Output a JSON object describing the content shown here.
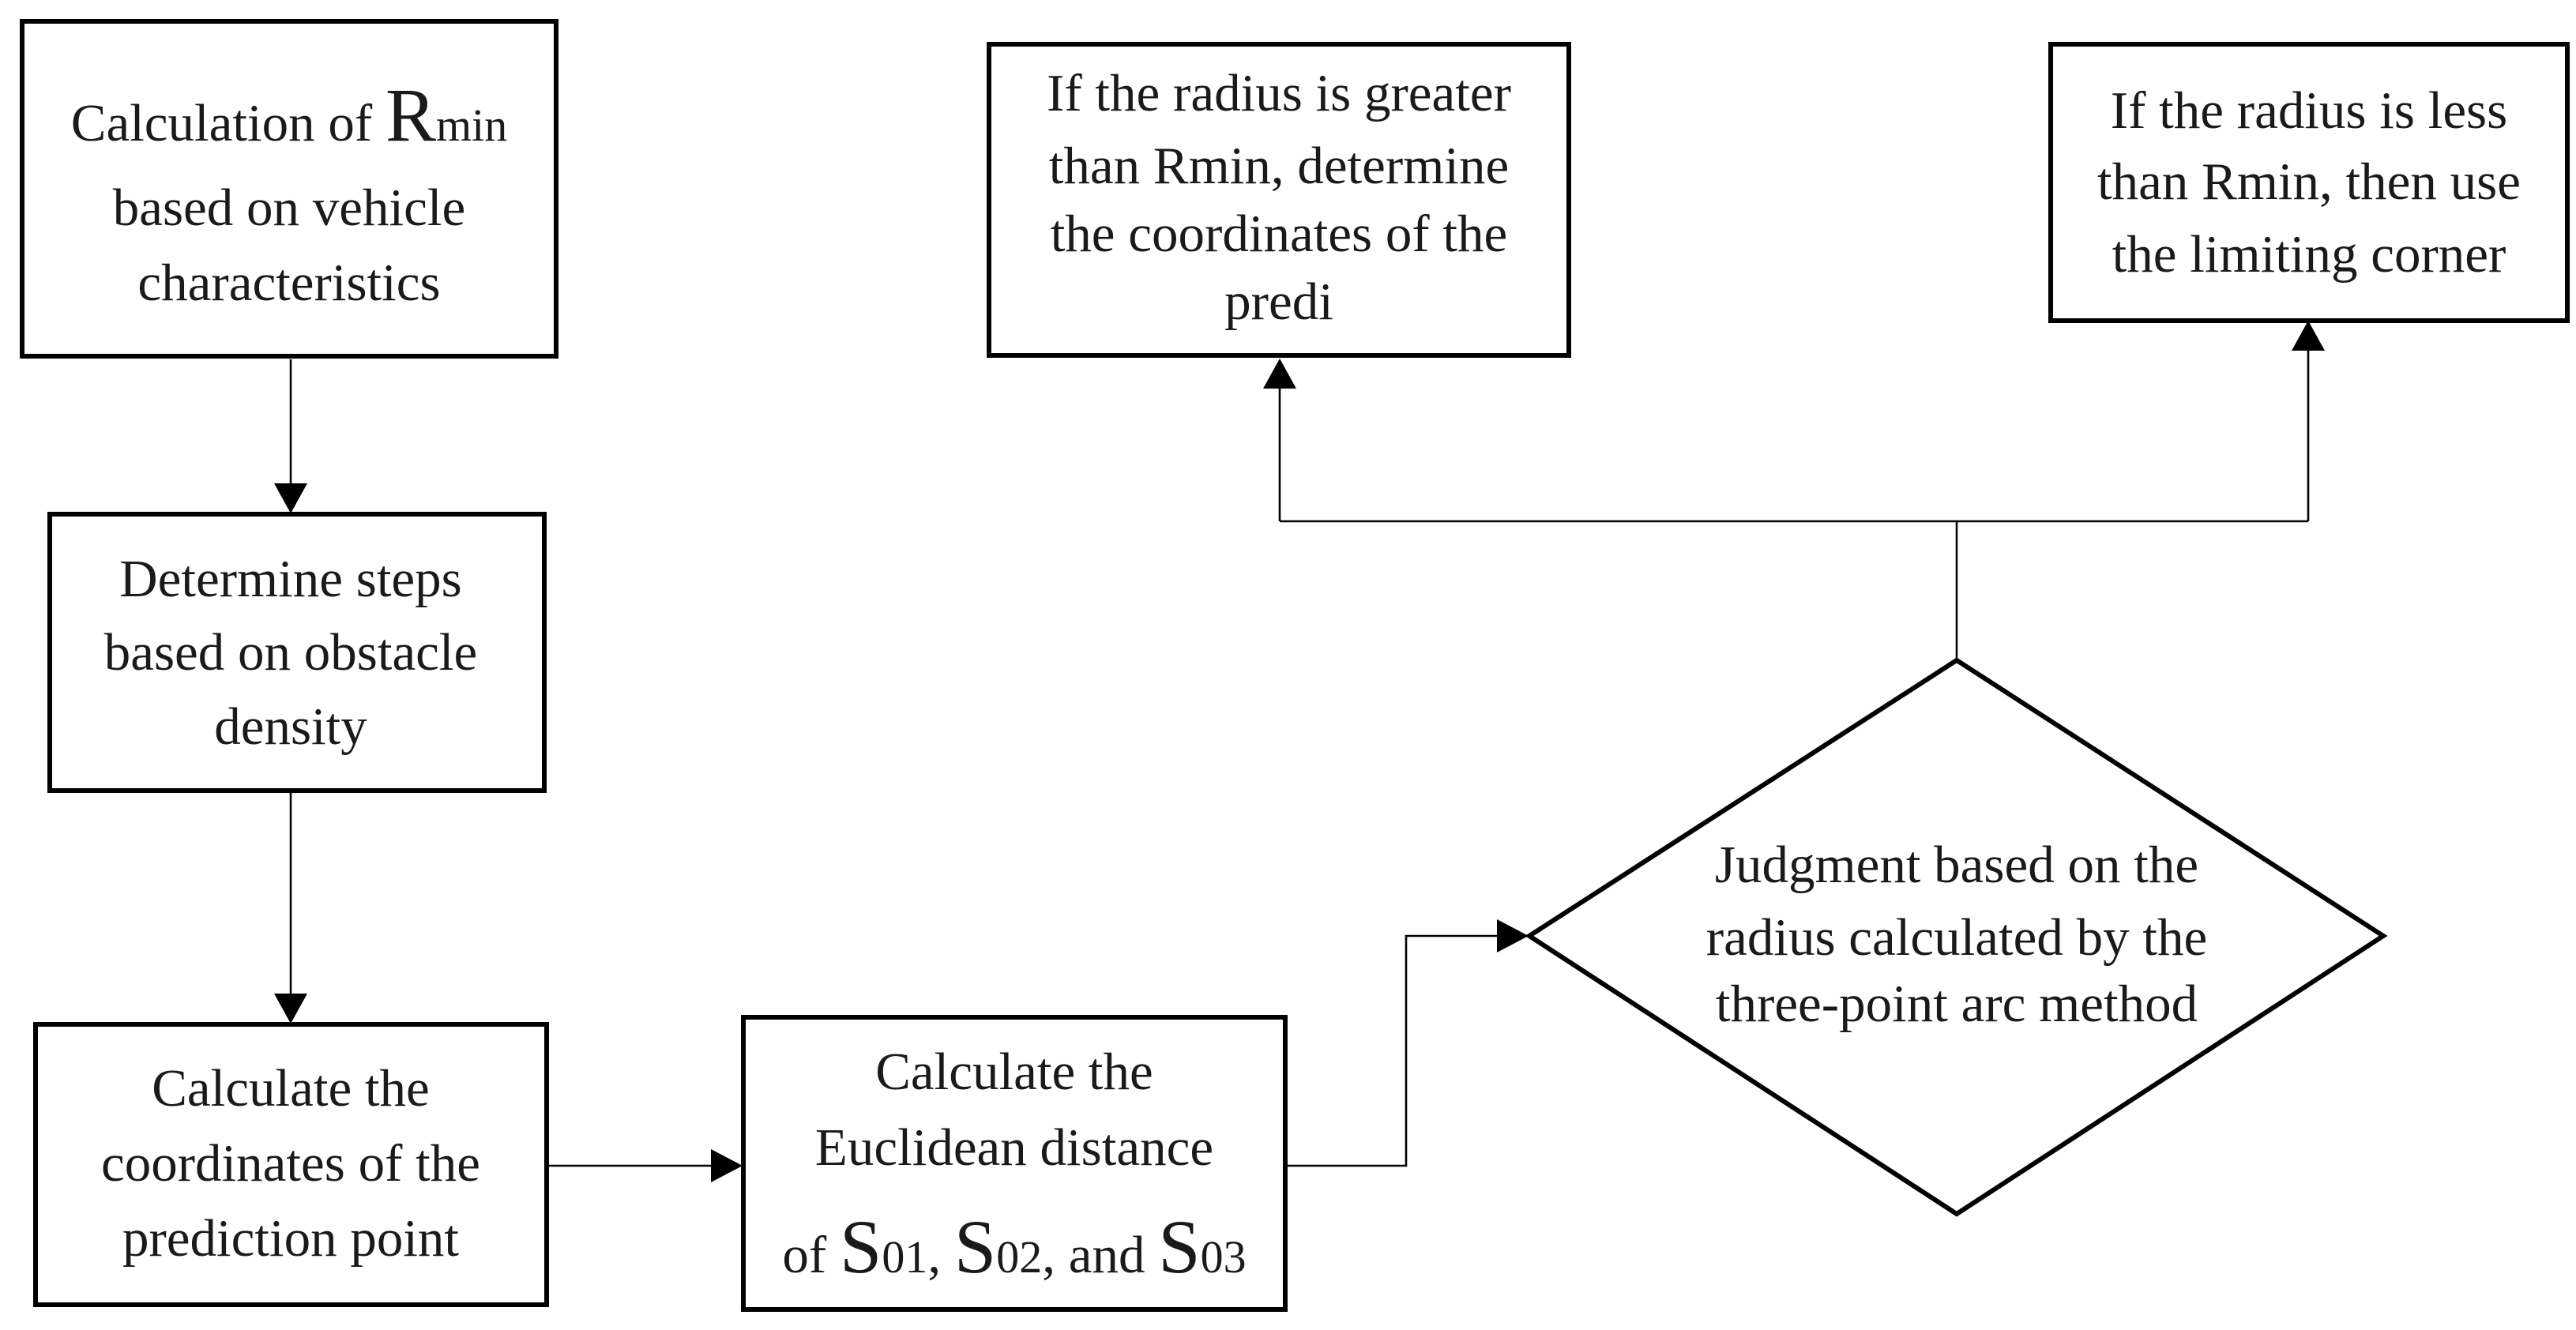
{
  "nodes": {
    "rmin": {
      "line1_prefix": "Calculation of ",
      "line1_symbol": "R",
      "line1_subscript": "min",
      "line2": "based on vehicle",
      "line3": "characteristics"
    },
    "steps": {
      "line1": "Determine steps",
      "line2": "based on obstacle",
      "line3": "density"
    },
    "coords": {
      "line1": "Calculate the",
      "line2": "coordinates of the",
      "line3": "prediction point"
    },
    "euclid": {
      "line1": "Calculate the",
      "line2": "Euclidean distance",
      "line3_prefix": "of ",
      "s1_symbol": "S",
      "s1_sub": "01",
      "sep1": ", ",
      "s2_symbol": "S",
      "s2_sub": "02",
      "sep2": ", and ",
      "s3_symbol": "S",
      "s3_sub": "03"
    },
    "judgment": {
      "line1": "Judgment based on the",
      "line2": "radius calculated by the",
      "line3": "three-point arc method"
    },
    "greater": {
      "line1": "If the radius is greater",
      "line2": "than Rmin, determine",
      "line3": "the coordinates of the",
      "line4": "predi"
    },
    "less": {
      "line1": "If the radius is less",
      "line2": "than Rmin, then use",
      "line3": "the limiting corner"
    }
  }
}
